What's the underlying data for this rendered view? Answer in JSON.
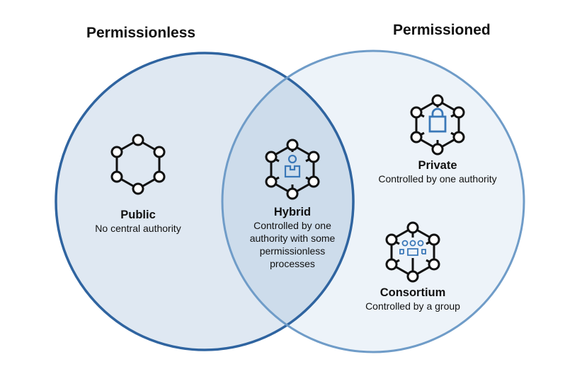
{
  "colors": {
    "left_fill": "#dfe8f2",
    "right_fill": "#edf3f9",
    "overlap_fill": "#cddceb",
    "left_stroke": "#2f64a0",
    "right_stroke": "#6f9cc8",
    "icon_stroke": "#111111",
    "icon_accent": "#3a78b8"
  },
  "sets": {
    "left": {
      "title": "Permissionless"
    },
    "right": {
      "title": "Permissioned"
    }
  },
  "regions": {
    "public": {
      "name": "Public",
      "description": "No central authority",
      "icon": "hexagon-network-icon"
    },
    "hybrid": {
      "name": "Hybrid",
      "description_lines": [
        "Controlled by one",
        "authority with some",
        "permissionless",
        "processes"
      ],
      "icon": "network-user-icon"
    },
    "private": {
      "name": "Private",
      "description": "Controlled by one authority",
      "icon": "network-lock-icon"
    },
    "consortium": {
      "name": "Consortium",
      "description": "Controlled by a group",
      "icon": "network-group-icon"
    }
  }
}
